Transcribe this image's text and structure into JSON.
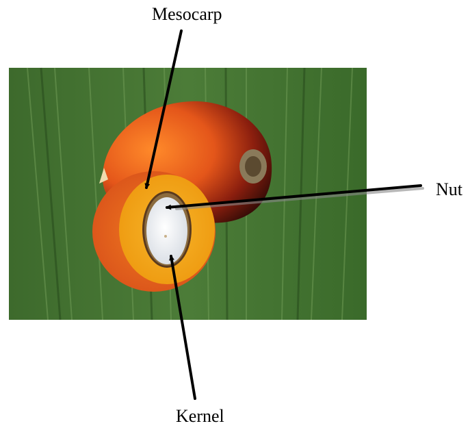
{
  "labels": {
    "mesocarp": "Mesocarp",
    "nut": "Nut",
    "kernel": "Kernel"
  },
  "colors": {
    "background": "#ffffff",
    "leaf_dark": "#2f5a22",
    "leaf_light": "#4f7e3a",
    "fruit_orange": "#e8621a",
    "fruit_dark": "#3a1208",
    "mesocarp_yellow": "#f2a10e",
    "shell_brown": "#5a3a1e",
    "kernel_white": "#f4f6f8",
    "arrow": "#000000"
  }
}
